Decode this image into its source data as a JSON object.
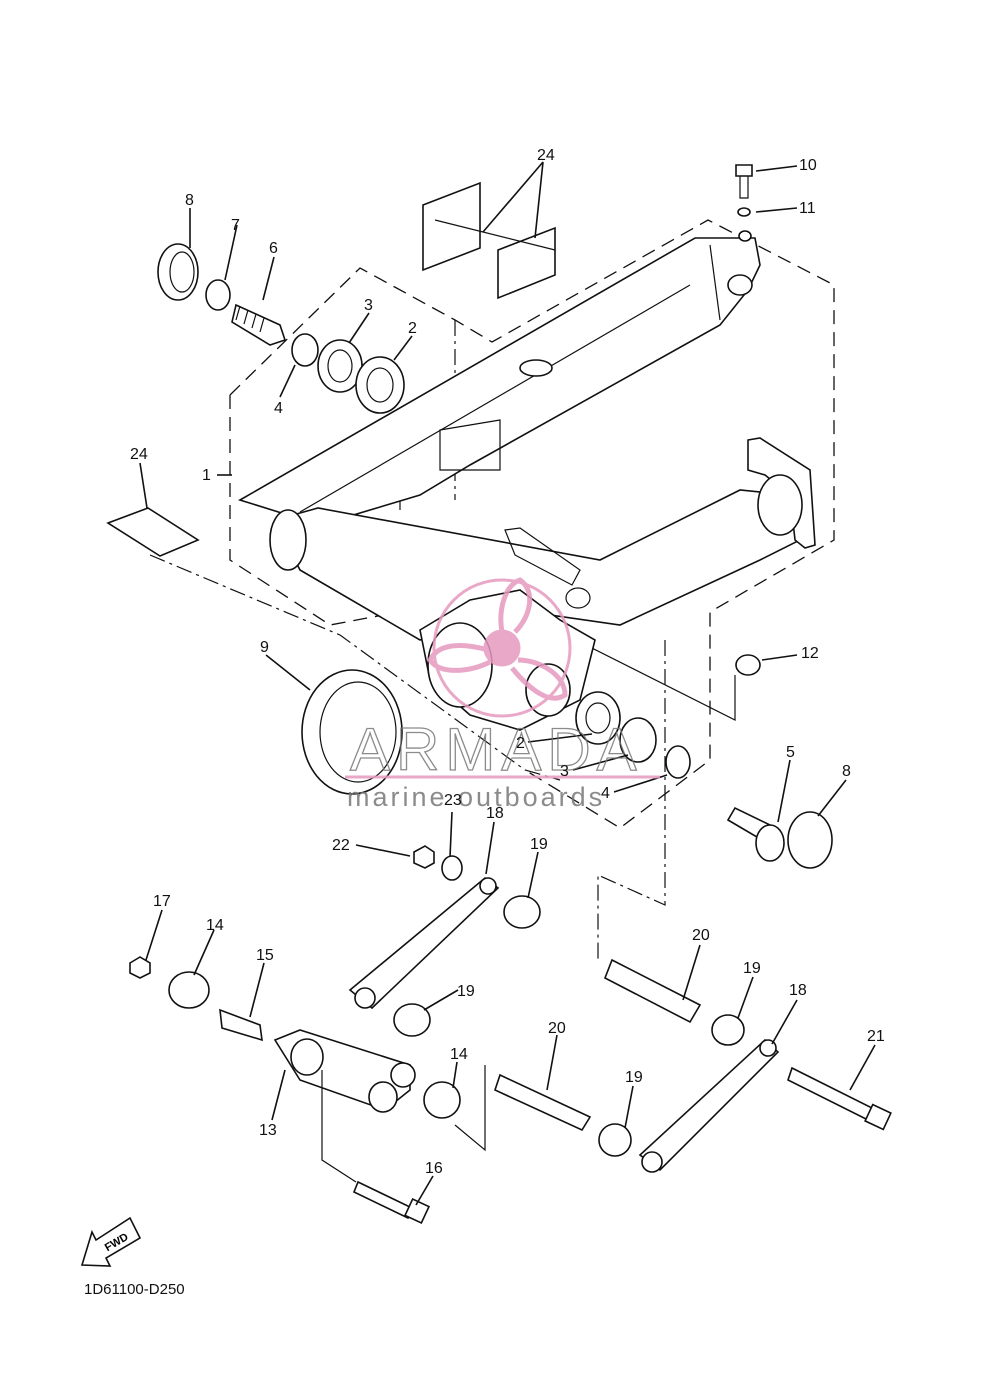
{
  "diagram_code": "1D61100-D250",
  "fwd_label": "FWD",
  "watermark": {
    "brand": "ARMADA",
    "tagline": "marine outboards",
    "color": "#e79ac0"
  },
  "callouts": [
    "24",
    "10",
    "11",
    "8",
    "7",
    "6",
    "3",
    "2",
    "4",
    "1",
    "24",
    "12",
    "9",
    "2",
    "3",
    "4",
    "5",
    "8",
    "23",
    "18",
    "22",
    "19",
    "17",
    "14",
    "15",
    "20",
    "19",
    "19",
    "18",
    "20",
    "14",
    "19",
    "21",
    "13",
    "16"
  ]
}
